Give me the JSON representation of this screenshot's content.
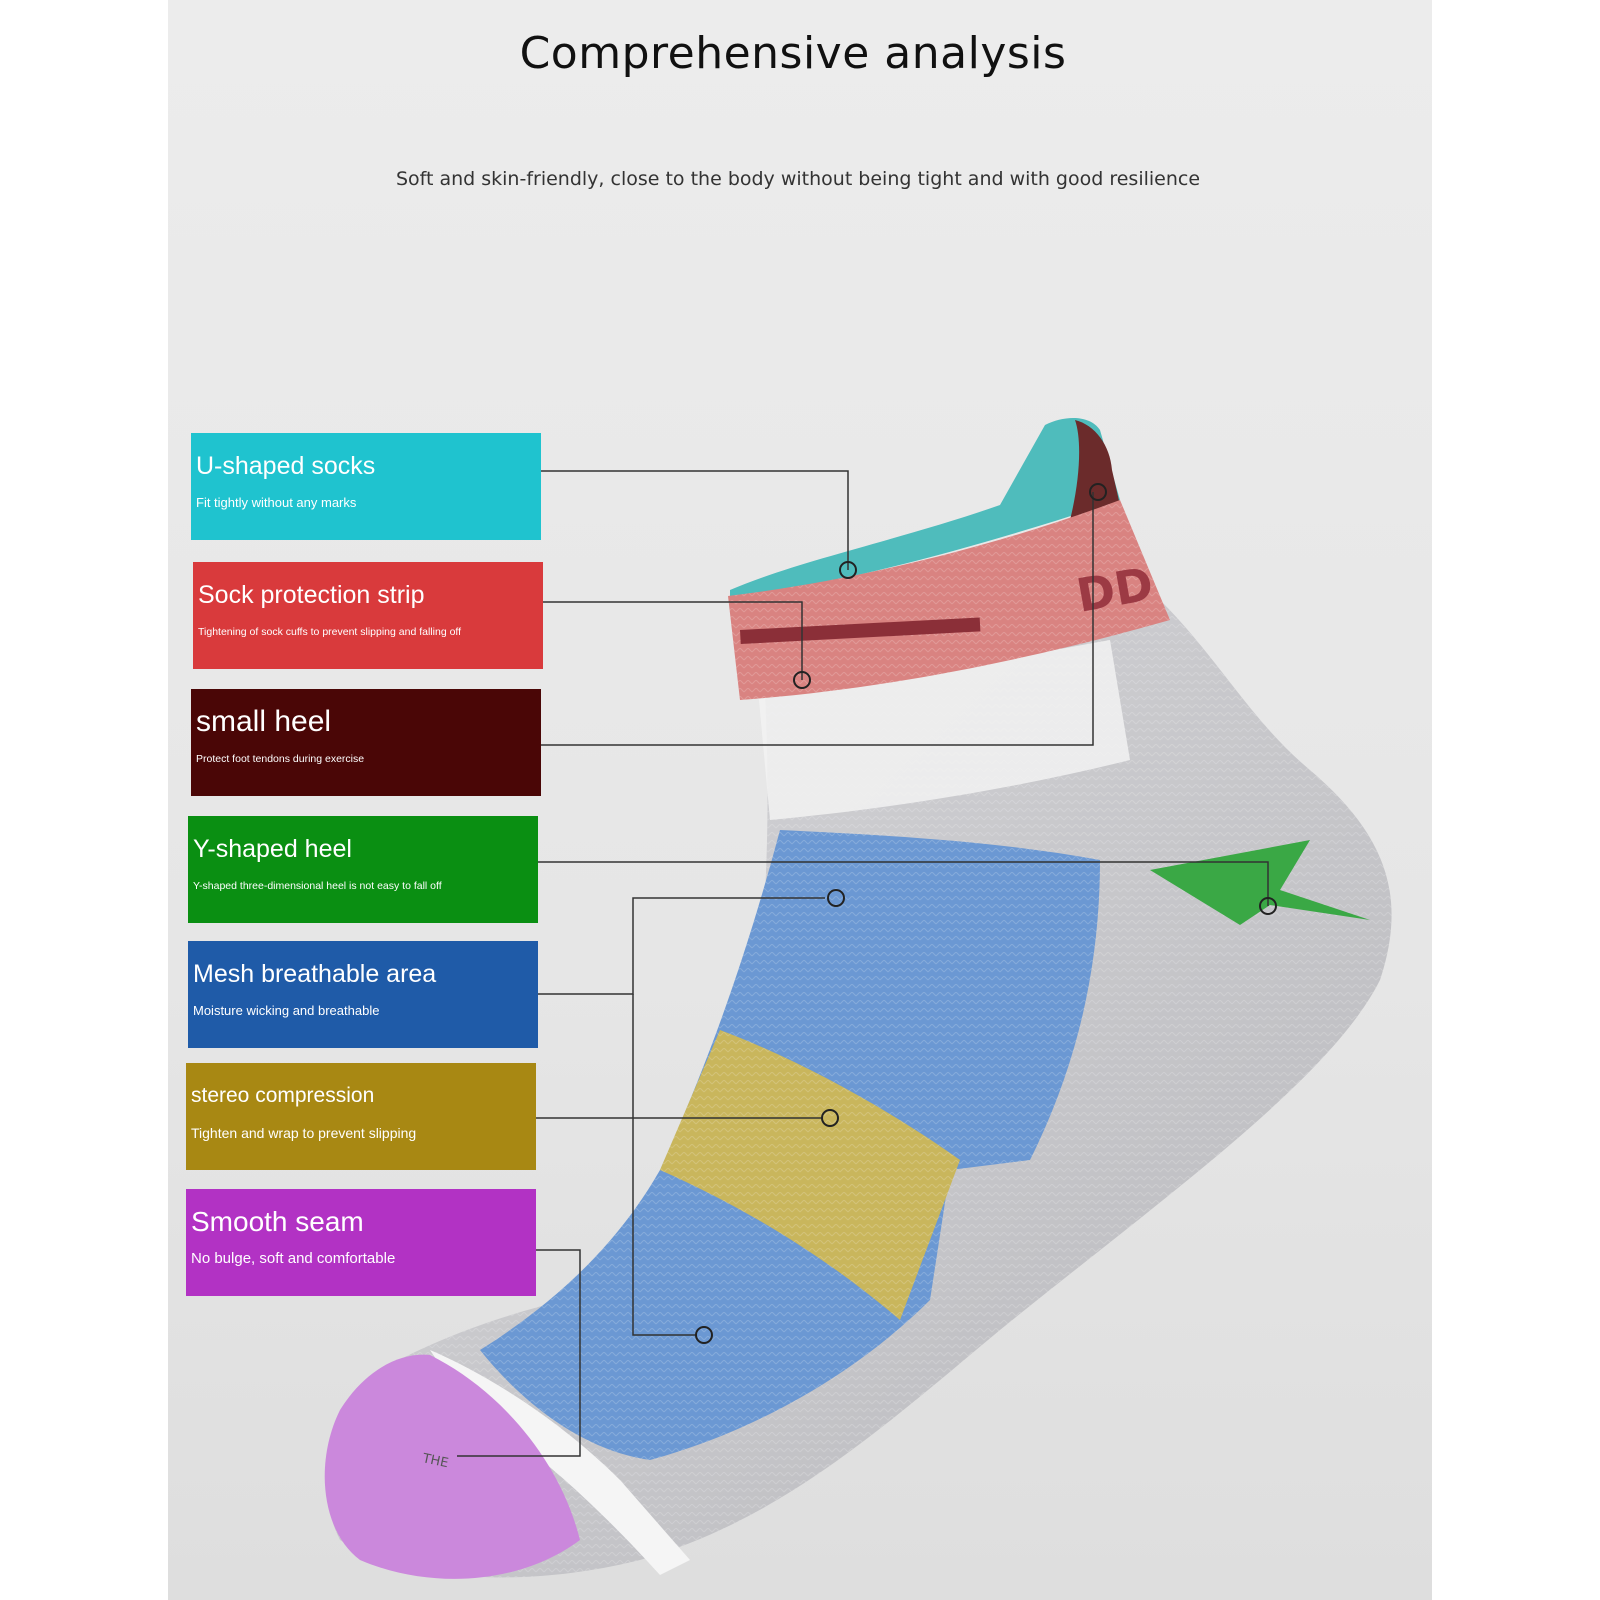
{
  "header": {
    "title": "Comprehensive analysis",
    "subtitle": "Soft and skin-friendly, close to the body without being tight and with good resilience"
  },
  "colors": {
    "background": "#e9e9e9",
    "sock_gray": "#c8c8cb",
    "teal": "#1fc3cf",
    "red": "#d93a3c",
    "maroon": "#4a0606",
    "green": "#0a8f12",
    "blue": "#1f5ba8",
    "olive": "#a88813",
    "magenta": "#b232c4"
  },
  "sock": {
    "logo_text": "DD",
    "toe_text": "THE"
  },
  "labels": [
    {
      "title": "U-shaped socks",
      "subtitle": "Fit tightly without any marks",
      "color": "#1fc3cf",
      "icon": "u-shape"
    },
    {
      "title": "Sock protection strip",
      "subtitle": "Tightening of sock cuffs to prevent slipping and falling off",
      "color": "#d93a3c",
      "icon": "strip"
    },
    {
      "title": "small heel",
      "subtitle": "Protect foot tendons during exercise",
      "color": "#4a0606",
      "icon": "heel"
    },
    {
      "title": "Y-shaped heel",
      "subtitle": "Y-shaped three-dimensional heel is not easy to fall off",
      "color": "#0a8f12",
      "icon": "y-heel"
    },
    {
      "title": "Mesh breathable area",
      "subtitle": "Moisture wicking and breathable",
      "color": "#1f5ba8",
      "icon": "mesh"
    },
    {
      "title": "stereo compression",
      "subtitle": "Tighten and wrap to prevent slipping",
      "color": "#a88813",
      "icon": "compression"
    },
    {
      "title": "Smooth seam",
      "subtitle": "No bulge, soft and comfortable",
      "color": "#b232c4",
      "icon": "seam"
    }
  ]
}
